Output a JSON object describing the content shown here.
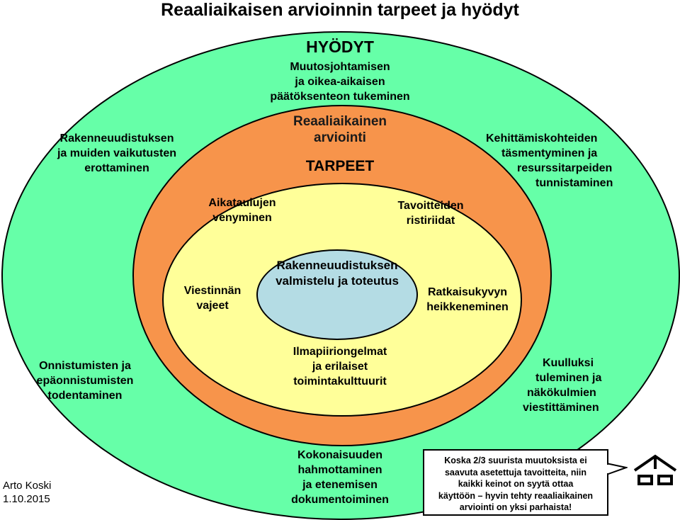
{
  "title": "Reaaliaikaisen arvioinnin tarpeet ja hyödyt",
  "colors": {
    "outer": "#66ffa8",
    "middle": "#f7944b",
    "inner": "#ffff99",
    "core": "#b4dce4"
  },
  "benefits": {
    "heading": "HYÖDYT",
    "top": [
      "Muutosjohtamisen",
      "ja oikea-aikaisen",
      "päätöksenteon tukeminen"
    ],
    "left_top": [
      "Rakenneuudistuksen",
      "ja muiden vaikutusten",
      "erottaminen"
    ],
    "right_top": [
      "Kehittämiskohteiden",
      "täsmentyminen ja",
      "resurssitarpeiden",
      "tunnistaminen"
    ],
    "left_bottom": [
      "Onnistumisten ja",
      "epäonnistumisten",
      "todentaminen"
    ],
    "right_bottom": [
      "Kuulluksi",
      "tuleminen ja",
      "näkökulmien",
      "viestittäminen"
    ],
    "bottom": [
      "Kokonaisuuden",
      "hahmottaminen",
      "ja etenemisen",
      "dokumentoiminen"
    ]
  },
  "middle_ring": {
    "title": [
      "Reaaliaikainen",
      "arviointi"
    ]
  },
  "needs": {
    "heading": "TARPEET",
    "top_left": [
      "Aikataulujen",
      "venyminen"
    ],
    "top_right": [
      "Tavoitteiden",
      "ristiriidat"
    ],
    "left": [
      "Viestinnän",
      "vajeet"
    ],
    "right": [
      "Ratkaisukyvyn",
      "heikkeneminen"
    ],
    "bottom": [
      "Ilmapiiriongelmat",
      "ja erilaiset",
      "toimintakulttuurit"
    ]
  },
  "core": {
    "text": [
      "Rakenneuudistuksen",
      "valmistelu ja toteutus"
    ]
  },
  "callout": [
    "Koska 2/3 suurista muutoksista ei",
    "saavuta asetettuja tavoitteita, niin",
    "kaikki keinot on syytä ottaa",
    "käyttöön – hyvin tehty reaaliaikainen",
    "arviointi on yksi parhaista!"
  ],
  "footer": {
    "author": "Arto Koski",
    "date": "1.10.2015"
  },
  "logo_icon": "house-boxes-icon"
}
